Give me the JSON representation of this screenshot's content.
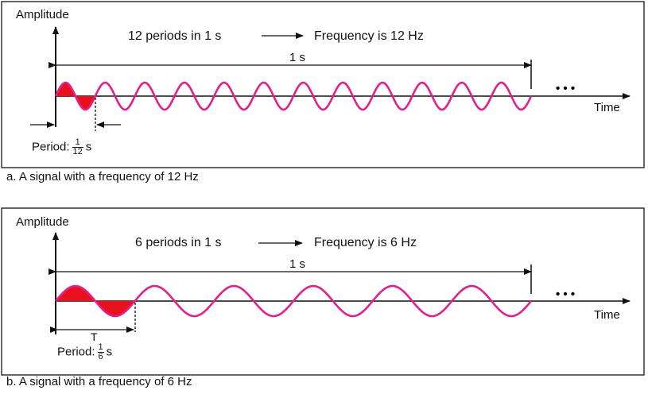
{
  "colors": {
    "wave": "#e0218a",
    "fill": "#e8101c",
    "axis": "#111111",
    "frame": "#333333"
  },
  "panels": [
    {
      "id": "a",
      "amplitude_label": "Amplitude",
      "time_label": "Time",
      "periods_text": "12 periods in 1 s",
      "frequency_text": "Frequency is 12 Hz",
      "one_second_label": "1 s",
      "ellipsis": "• • •",
      "period_label": "Period:",
      "period_num": "1",
      "period_den": "12",
      "period_unit": "s",
      "T_label": "",
      "caption": "a. A signal with a frequency of 12 Hz",
      "cycles": 12
    },
    {
      "id": "b",
      "amplitude_label": "Amplitude",
      "time_label": "Time",
      "periods_text": "6 periods in 1 s",
      "frequency_text": "Frequency is 6 Hz",
      "one_second_label": "1 s",
      "ellipsis": "• • •",
      "period_label": "Period:",
      "period_num": "1",
      "period_den": "6",
      "period_unit": "s",
      "T_label": "T",
      "caption": "b. A signal with a frequency of 6 Hz",
      "cycles": 6
    }
  ]
}
